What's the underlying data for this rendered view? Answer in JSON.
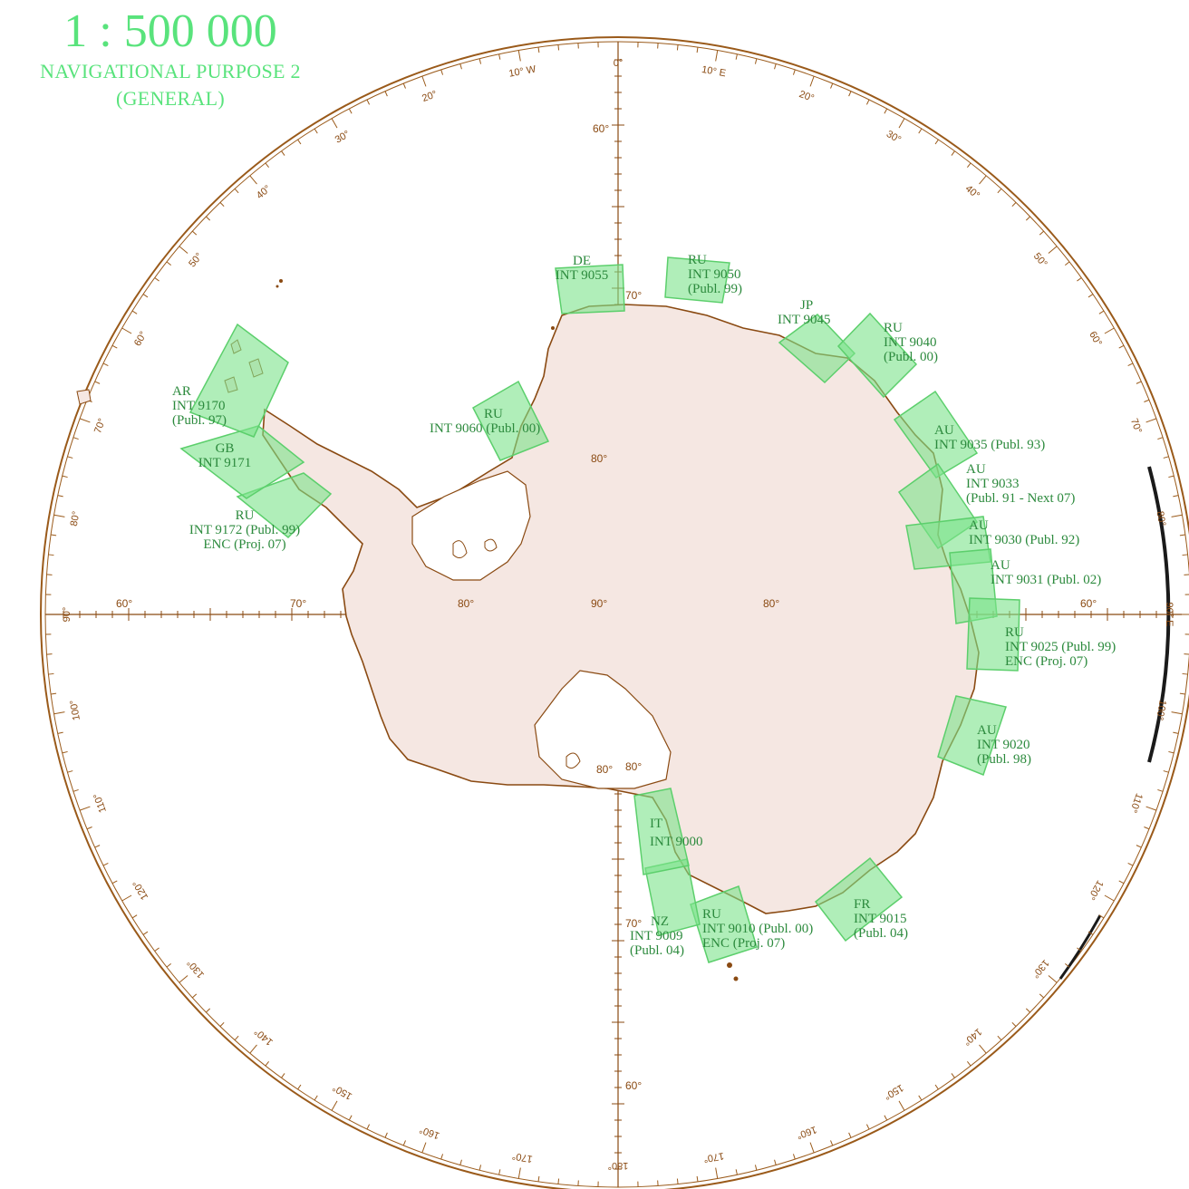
{
  "title": {
    "scale": "1 : 500 000",
    "line1": "NAVIGATIONAL PURPOSE 2",
    "line2": "(GENERAL)"
  },
  "colors": {
    "frame": "#9a5a1a",
    "coast": "#8a4a12",
    "land": "#f5e7e2",
    "chart_fill": "#7be38a",
    "label": "#2c8a3d"
  },
  "rim_labels": [
    {
      "text": "0°",
      "deg": 0
    },
    {
      "text": "10° E",
      "deg": 10
    },
    {
      "text": "20°",
      "deg": 20
    },
    {
      "text": "30°",
      "deg": 30
    },
    {
      "text": "40°",
      "deg": 40
    },
    {
      "text": "50°",
      "deg": 50
    },
    {
      "text": "60°",
      "deg": 60
    },
    {
      "text": "70°",
      "deg": 70
    },
    {
      "text": "80°",
      "deg": 80
    },
    {
      "text": "90° E",
      "deg": 90
    },
    {
      "text": "100°",
      "deg": 100
    },
    {
      "text": "110°",
      "deg": 110
    },
    {
      "text": "120°",
      "deg": 120
    },
    {
      "text": "130°",
      "deg": 130
    },
    {
      "text": "140°",
      "deg": 140
    },
    {
      "text": "150°",
      "deg": 150
    },
    {
      "text": "160°",
      "deg": 160
    },
    {
      "text": "170°",
      "deg": 170
    },
    {
      "text": "180°",
      "deg": 180
    },
    {
      "text": "170°",
      "deg": 190
    },
    {
      "text": "160°",
      "deg": 200
    },
    {
      "text": "150°",
      "deg": 210
    },
    {
      "text": "140°",
      "deg": 220
    },
    {
      "text": "130°",
      "deg": 230
    },
    {
      "text": "120°",
      "deg": 240
    },
    {
      "text": "110°",
      "deg": 250
    },
    {
      "text": "100°",
      "deg": 260
    },
    {
      "text": "90°",
      "deg": 270
    },
    {
      "text": "80°",
      "deg": 280
    },
    {
      "text": "70°",
      "deg": 290
    },
    {
      "text": "60°",
      "deg": 300
    },
    {
      "text": "50°",
      "deg": 310
    },
    {
      "text": "40°",
      "deg": 320
    },
    {
      "text": "30°",
      "deg": 330
    },
    {
      "text": "20°",
      "deg": 340
    },
    {
      "text": "10° W",
      "deg": 350
    }
  ],
  "rim_letters": [
    {
      "text": "W",
      "deg": 270
    },
    {
      "text": "E",
      "deg": 90
    },
    {
      "text": "W",
      "deg": 182
    },
    {
      "text": "E",
      "deg": 178
    }
  ],
  "axis_labels": {
    "top_60": "60°",
    "top_70": "70°",
    "top_80": "80°",
    "center": "90°",
    "left_60": "60°",
    "left_70": "70°",
    "left_80": "80°",
    "right_80": "80°",
    "right_60": "60°",
    "bottom_80a": "80°",
    "bottom_80b": "80°",
    "bottom_70": "70°",
    "bottom_60": "60°"
  },
  "charts": [
    {
      "id": "de-9055",
      "lines": [
        "DE",
        "INT 9055"
      ]
    },
    {
      "id": "ru-9050",
      "lines": [
        "RU",
        "INT 9050",
        "(Publ. 99)"
      ]
    },
    {
      "id": "jp-9045",
      "lines": [
        "JP",
        "INT 9045"
      ]
    },
    {
      "id": "ru-9040",
      "lines": [
        "RU",
        "INT 9040",
        "(Publ. 00)"
      ]
    },
    {
      "id": "au-9035",
      "lines": [
        "AU",
        "INT 9035 (Publ. 93)"
      ]
    },
    {
      "id": "au-9033",
      "lines": [
        "AU",
        "INT 9033",
        "(Publ. 91 - Next 07)"
      ]
    },
    {
      "id": "au-9030",
      "lines": [
        "AU",
        "INT 9030 (Publ. 92)"
      ]
    },
    {
      "id": "au-9031",
      "lines": [
        "AU",
        "INT 9031 (Publ. 02)"
      ]
    },
    {
      "id": "ru-9025",
      "lines": [
        "RU",
        "INT 9025 (Publ. 99)",
        "ENC (Proj. 07)"
      ]
    },
    {
      "id": "au-9020",
      "lines": [
        "AU",
        "INT 9020",
        "(Publ. 98)"
      ]
    },
    {
      "id": "fr-9015",
      "lines": [
        "FR",
        "INT 9015",
        "(Publ. 04)"
      ]
    },
    {
      "id": "ru-9010",
      "lines": [
        "RU",
        "INT 9010 (Publ. 00)",
        "ENC (Proj. 07)"
      ]
    },
    {
      "id": "nz-9009",
      "lines": [
        "NZ",
        "INT 9009",
        "(Publ. 04)"
      ]
    },
    {
      "id": "it-9000",
      "lines": [
        "IT",
        "INT 9000"
      ]
    },
    {
      "id": "ru-9172",
      "lines": [
        "RU",
        "INT 9172 (Publ. 99)",
        "ENC (Proj. 07)"
      ]
    },
    {
      "id": "gb-9171",
      "lines": [
        "GB",
        "INT 9171"
      ]
    },
    {
      "id": "ar-9170",
      "lines": [
        "AR",
        "INT 9170",
        "(Publ. 97)"
      ]
    },
    {
      "id": "ru-9060",
      "lines": [
        "RU",
        "INT 9060 (Publ. 00)"
      ]
    }
  ]
}
